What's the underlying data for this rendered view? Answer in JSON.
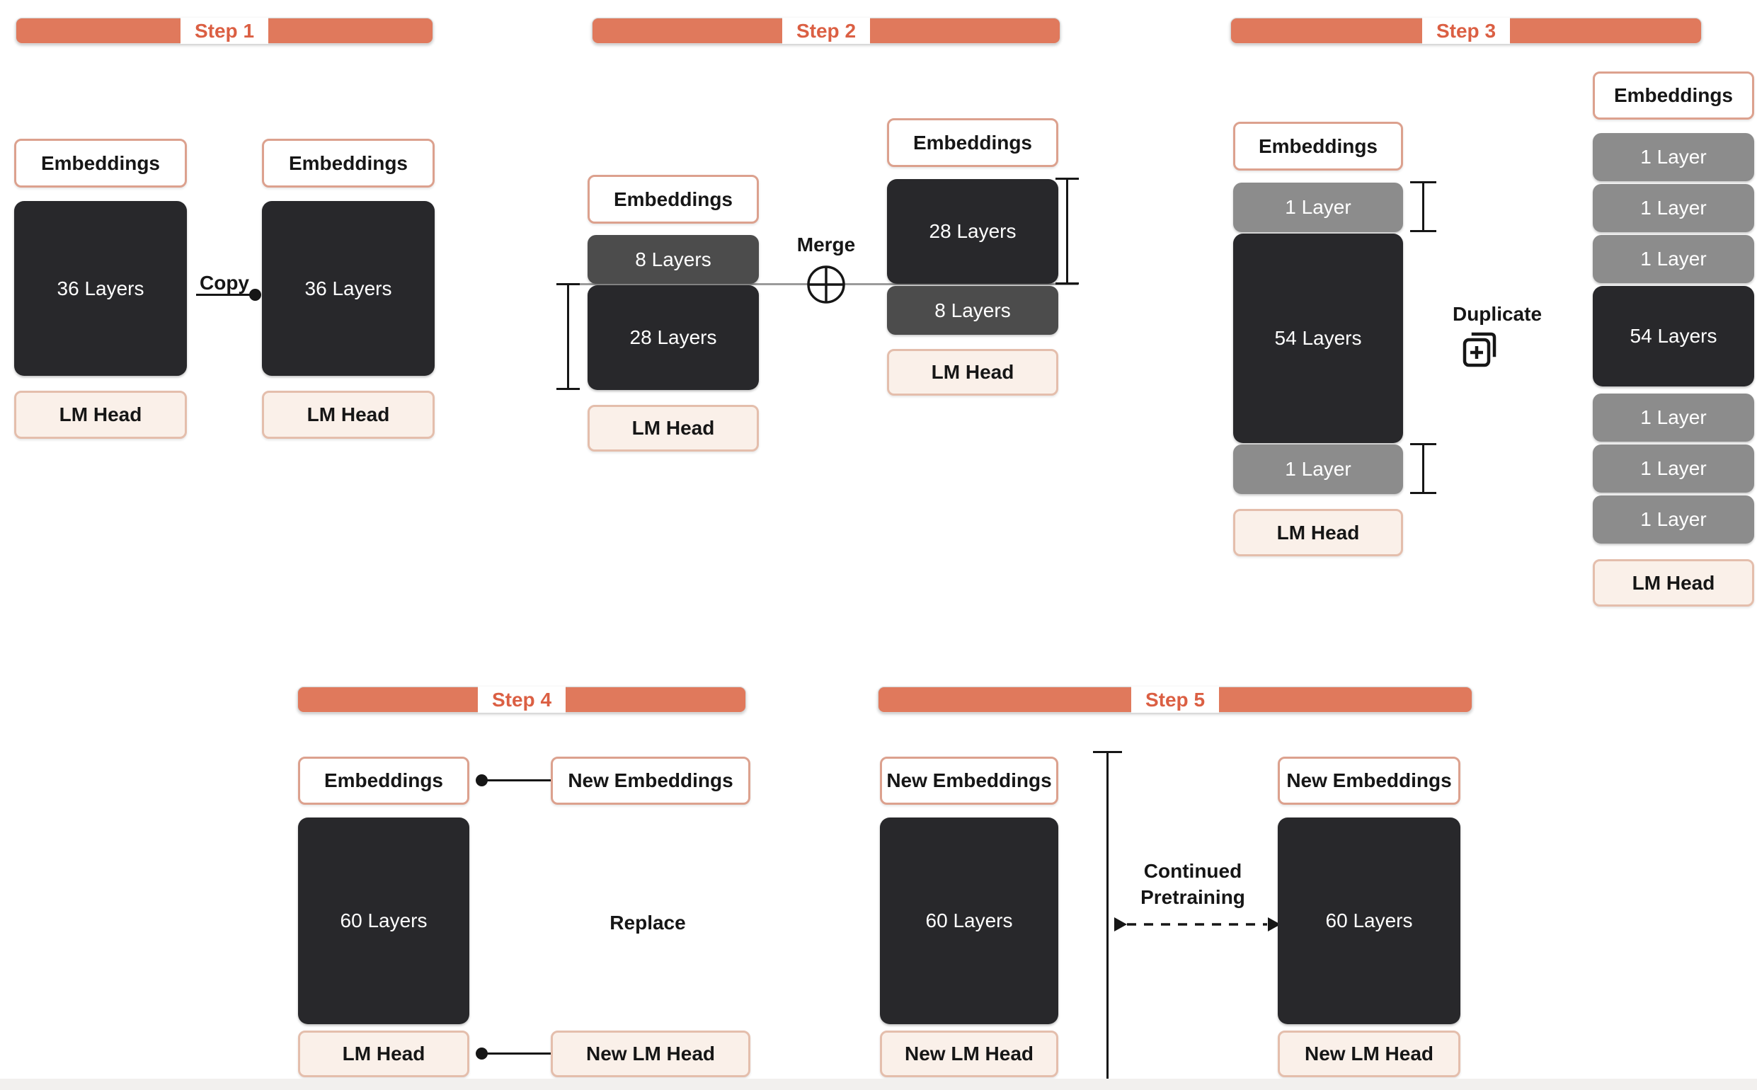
{
  "colors": {
    "accent_coral": "#e0795c",
    "step_label_text": "#db5f43",
    "dark_block": "#28282b",
    "mid_gray_block": "#4c4c4c",
    "light_gray_block": "#8c8c8c",
    "outline_block_border": "#dca18e",
    "cream_block_bg": "#faf0e9",
    "cream_block_border": "#e4beac",
    "merge_line_gray": "#9b9b9b",
    "connector_black": "#161616"
  },
  "icons": {
    "merge": "circle-plus-icon",
    "duplicate": "duplicate-pages-plus-icon",
    "copy_connector": "dot-terminated-line",
    "replace_connector": "dot-terminated-line",
    "continued_pretraining_connector": "dashed-arrow-right"
  },
  "steps": [
    {
      "label": "Step 1",
      "action": "Copy",
      "left": {
        "top": "Embeddings",
        "middle": "36 Layers",
        "bottom": "LM Head"
      },
      "right": {
        "top": "Embeddings",
        "middle": "36 Layers",
        "bottom": "LM Head"
      }
    },
    {
      "label": "Step 2",
      "action": "Merge",
      "left": {
        "top": "Embeddings",
        "upper": "8 Layers",
        "lower": "28 Layers",
        "bottom": "LM Head"
      },
      "right": {
        "top": "Embeddings",
        "upper": "28 Layers",
        "lower": "8 Layers",
        "bottom": "LM Head"
      }
    },
    {
      "label": "Step 3",
      "action": "Duplicate",
      "left": {
        "top": "Embeddings",
        "first": "1 Layer",
        "middle": "54 Layers",
        "last": "1 Layer",
        "bottom": "LM Head"
      },
      "right": {
        "top": "Embeddings",
        "above": [
          "1 Layer",
          "1 Layer",
          "1 Layer"
        ],
        "middle": "54 Layers",
        "below": [
          "1 Layer",
          "1 Layer",
          "1 Layer"
        ],
        "bottom": "LM Head"
      }
    },
    {
      "label": "Step 4",
      "action": "Replace",
      "left": {
        "top": "Embeddings",
        "middle": "60 Layers",
        "bottom": "LM Head"
      },
      "right": {
        "top": "New Embeddings",
        "bottom": "New LM Head"
      }
    },
    {
      "label": "Step 5",
      "action_line1": "Continued",
      "action_line2": "Pretraining",
      "left": {
        "top": "New Embeddings",
        "middle": "60 Layers",
        "bottom": "New LM Head"
      },
      "right": {
        "top": "New Embeddings",
        "middle": "60 Layers",
        "bottom": "New LM Head"
      }
    }
  ]
}
